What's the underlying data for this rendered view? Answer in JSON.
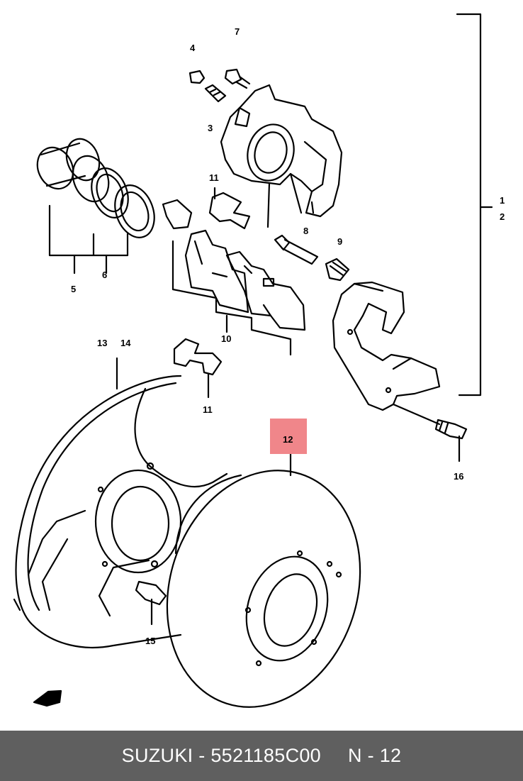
{
  "colors": {
    "background": "#ffffff",
    "ink": "#000000",
    "highlight": "#f0868a",
    "footer_bg": "#5f5f5f",
    "footer_text": "#ffffff"
  },
  "callouts": {
    "c1": "1",
    "c2": "2",
    "c3": "3",
    "c4": "4",
    "c5": "5",
    "c6": "6",
    "c7": "7",
    "c8": "8",
    "c9": "9",
    "c10": "10",
    "c11a": "11",
    "c11b": "11",
    "c12": "12",
    "c13": "13",
    "c14": "14",
    "c15": "15",
    "c16": "16"
  },
  "footer": {
    "brand_part": "SUZUKI - 5521185C00",
    "ref": "N - 12"
  }
}
